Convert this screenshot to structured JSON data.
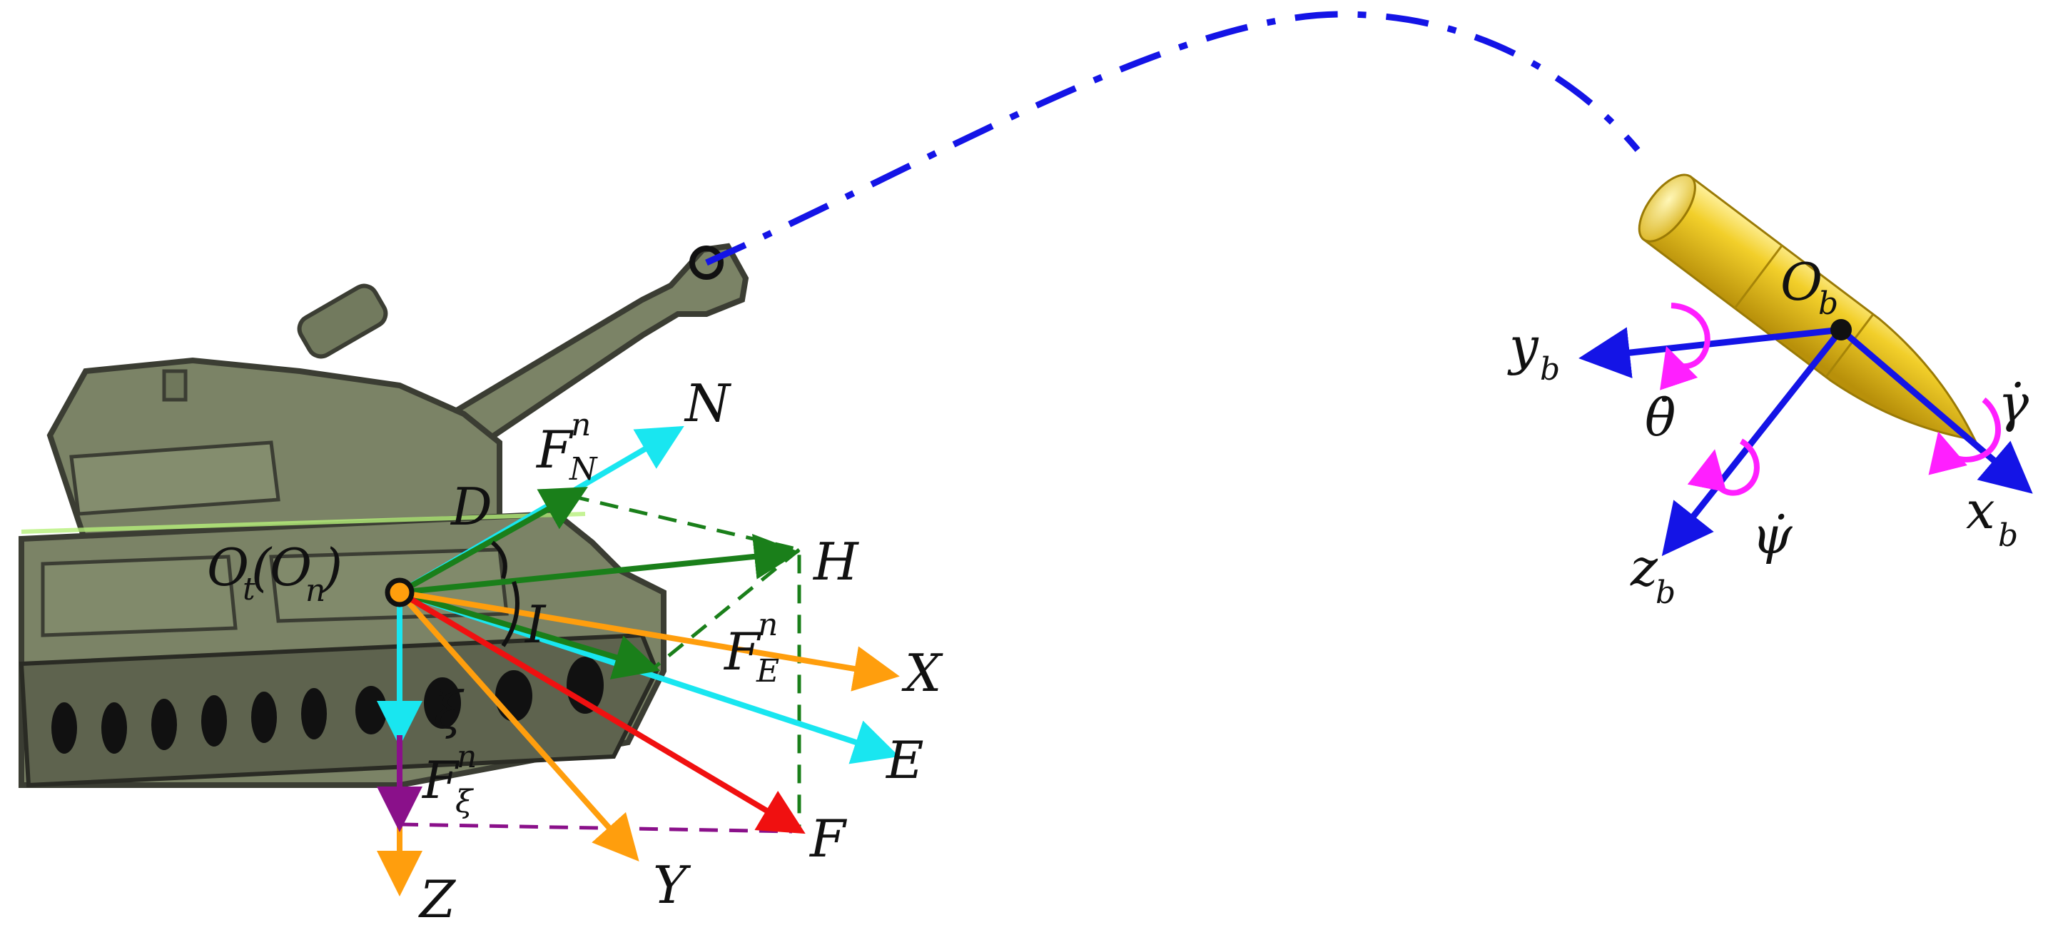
{
  "labels": {
    "origin_main": "O",
    "origin_main_sub": "t",
    "origin_paren_open": "(",
    "origin_n": "O",
    "origin_n_sub": "n",
    "origin_paren_close": ")",
    "N": "N",
    "D": "D",
    "H": "H",
    "I": "I",
    "X": "X",
    "E": "E",
    "F": "F",
    "Y": "Y",
    "Z": "Z",
    "xi": "ξ",
    "FN": "F",
    "FN_sup": "n",
    "FN_sub": "N",
    "FE": "F",
    "FE_sup": "n",
    "FE_sub": "E",
    "Fxi": "F",
    "Fxi_sup": "n",
    "Fxi_sub": "ξ",
    "Ob": "O",
    "Ob_sub": "b",
    "yb": "y",
    "yb_sub": "b",
    "xb": "x",
    "xb_sub": "b",
    "zb": "z",
    "zb_sub": "b",
    "theta_dot": "θ̇",
    "psi_dot": "ψ̇",
    "gamma_dot": "γ̇"
  },
  "colors": {
    "cyan": "#19e6f0",
    "green": "#1a7f1a",
    "orange": "#ff9e0d",
    "red": "#f01010",
    "purple": "#8a108a",
    "blue": "#1414e6",
    "magenta": "#ff1fff",
    "trajectory": "#1414e6",
    "shell": "#e8c21a",
    "tank": "#7b8366"
  }
}
